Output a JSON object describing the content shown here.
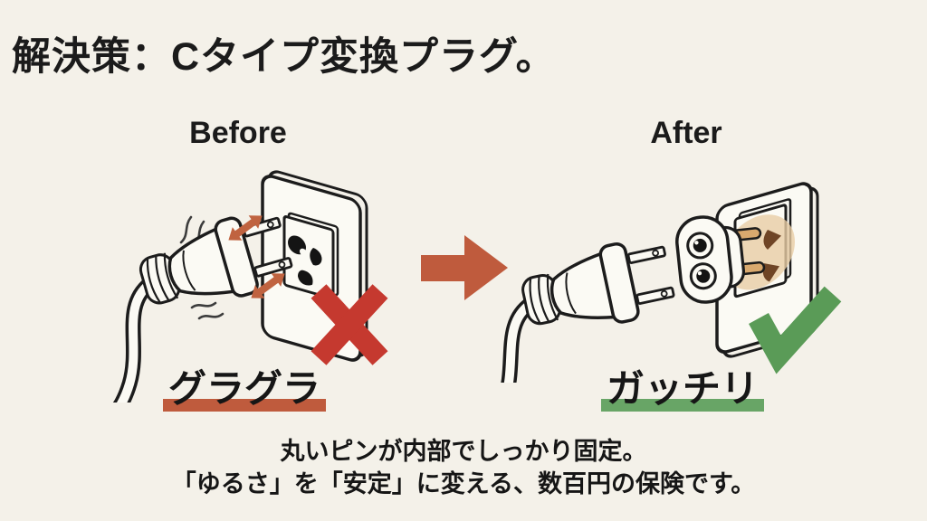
{
  "page": {
    "background_color": "#f4f1e9",
    "line_color": "#1c1c1c",
    "title": "解決策：Cタイプ変換プラグ。"
  },
  "before": {
    "heading": "Before",
    "caption": "グラグラ",
    "caption_bar_color": "#bf5b3d",
    "status_icon": "x-mark",
    "x_mark_color": "#c5392f",
    "wobble_arrow_color": "#c06340"
  },
  "after": {
    "heading": "After",
    "caption": "ガッチリ",
    "caption_bar_color": "#68a566",
    "status_icon": "check-mark",
    "check_mark_color": "#5a9b57",
    "pin_color": "#d9a96e",
    "glow_color": "#e9cda5"
  },
  "transition_arrow": {
    "direction": "right",
    "color": "#bf5b3d"
  },
  "footer": {
    "line1": "丸いピンが内部でしっかり固定。",
    "line2": "「ゆるさ」を「安定」に変える、数百円の保険です。"
  }
}
